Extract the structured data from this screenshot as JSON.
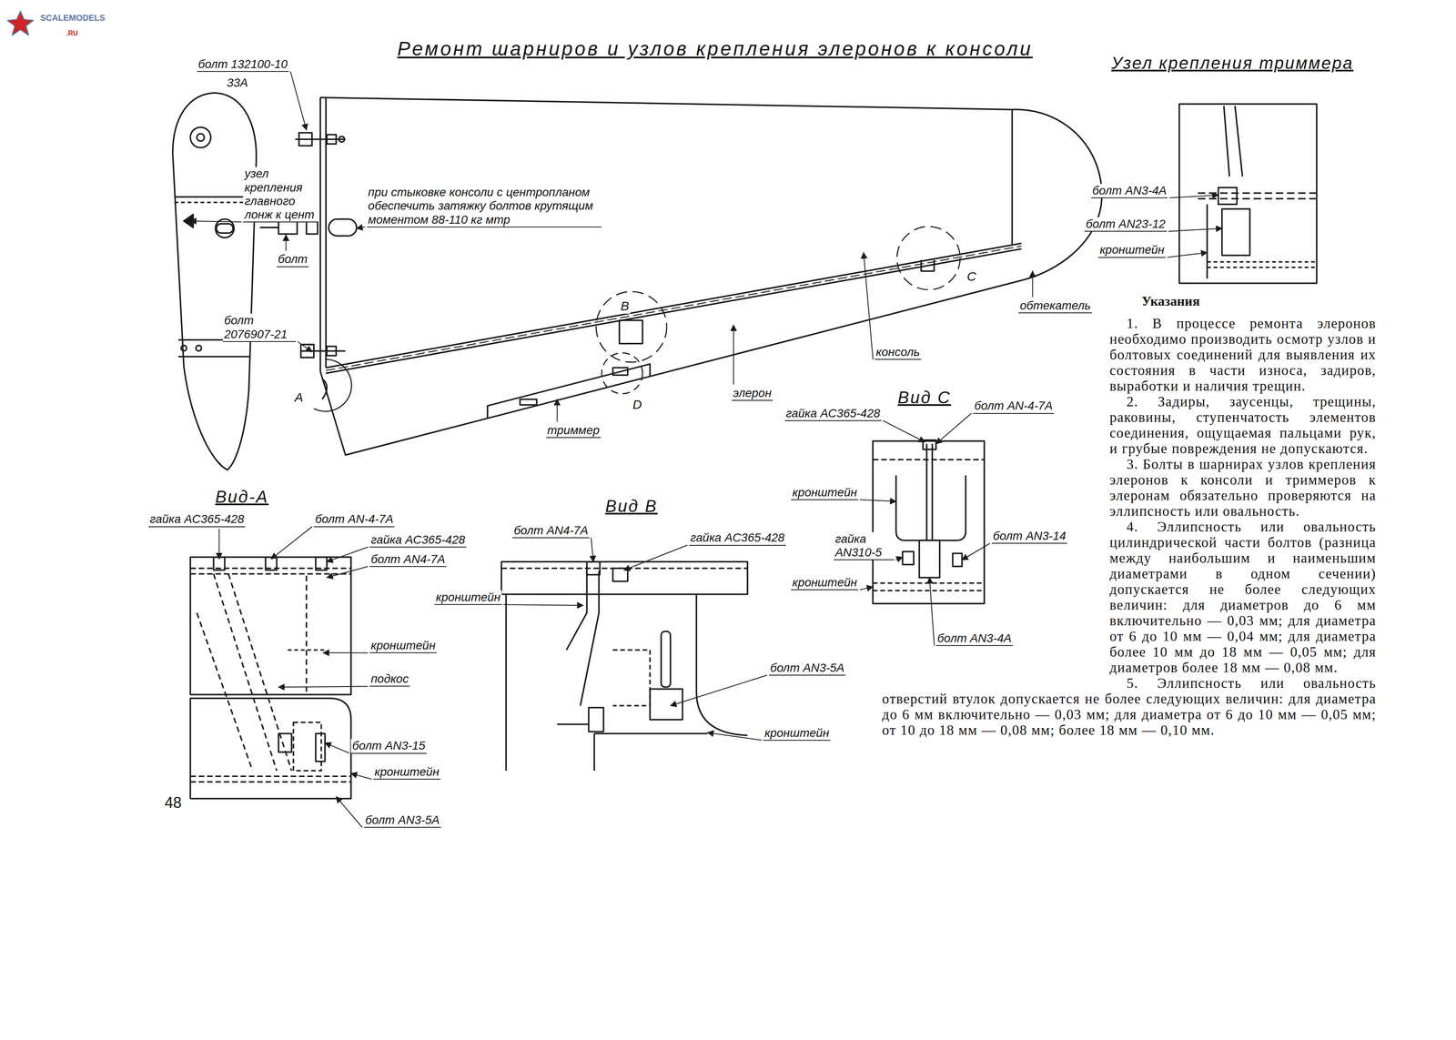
{
  "diagram": {
    "title": "Ремонт шарниров и узлов крепления элеронов к консоли",
    "nodes": [
      {
        "text": [
          "Узел крепления триммера"
        ]
      },
      {
        "text": [
          "Вид-А"
        ]
      },
      {
        "text": [
          "Вид В"
        ]
      },
      {
        "text": [
          "Вид С"
        ]
      }
    ],
    "labels": [
      "SCALEMODELS",
      ".RU",
      "болт 132100-10",
      "33А",
      "узел крепления главного лонж к цент",
      "болт",
      "при стыковке консоли с центропланом обеспечить затяжку болтов крутящим моментом 88-110 кг мтр",
      "болт 2076907-21",
      "А",
      "В",
      "С",
      "D",
      "обтекатель",
      "консоль",
      "элерон",
      "триммер",
      "болт AN3-4A",
      "болт AN23-12",
      "кронштейн",
      "Указания",
      "1. В процессе ремонта элеронов необходимо производить осмотр узлов и болтовых соединений для выявления их состояния в части износа, задиров, выработки и наличия трещин.",
      "2. Задиры, заусенцы, трещины, раковины, ступенчатость элементов соединения, ощущаемая пальцами рук, и грубые повреждения не допускаются.",
      "3. Болты в шарнирах узлов крепления элеронов к консоли и триммеров к элеронам обязательно проверяются на эллипсность или овальность.",
      "4. Эллипсность или овальность цилиндрической части болтов (разница между наибольшим и наименьшим диаметрами в одном сечении) допускается не более следующих величин: для диаметров до 6 мм включительно — 0,03 мм; для диаметра от 6 до 10 мм — 0,04 мм; для диаметра более 10 мм до 18 мм — 0,05 мм; для диаметров более 18 мм — 0,08 мм.",
      "5. Эллипсность или овальность отверстий втулок допускается не более следующих величин: для диаметра до 6 мм включительно — 0,03 мм; для диаметра от 6 до 10 мм — 0,05 мм; от 10 до 18 мм — 0,08 мм; более 18 мм — 0,10 мм.",
      "гайка AC365-428",
      "болт AN-4-7A",
      "гайка AC365-428",
      "болт AN4-7A",
      "кронштейн",
      "подкос",
      "болт AN3-15",
      "кронштейн",
      "болт AN3-5A",
      "48",
      "болт AN4-7A",
      "гайка AC365-428",
      "кронштейн",
      "болт AN3-5A",
      "кронштейн",
      "гайка AC365-428",
      "болт AN-4-7A",
      "кронштейн",
      "гайка AN310-5",
      "болт AN3-14",
      "кронштейн",
      "болт AN3-4A"
    ]
  }
}
